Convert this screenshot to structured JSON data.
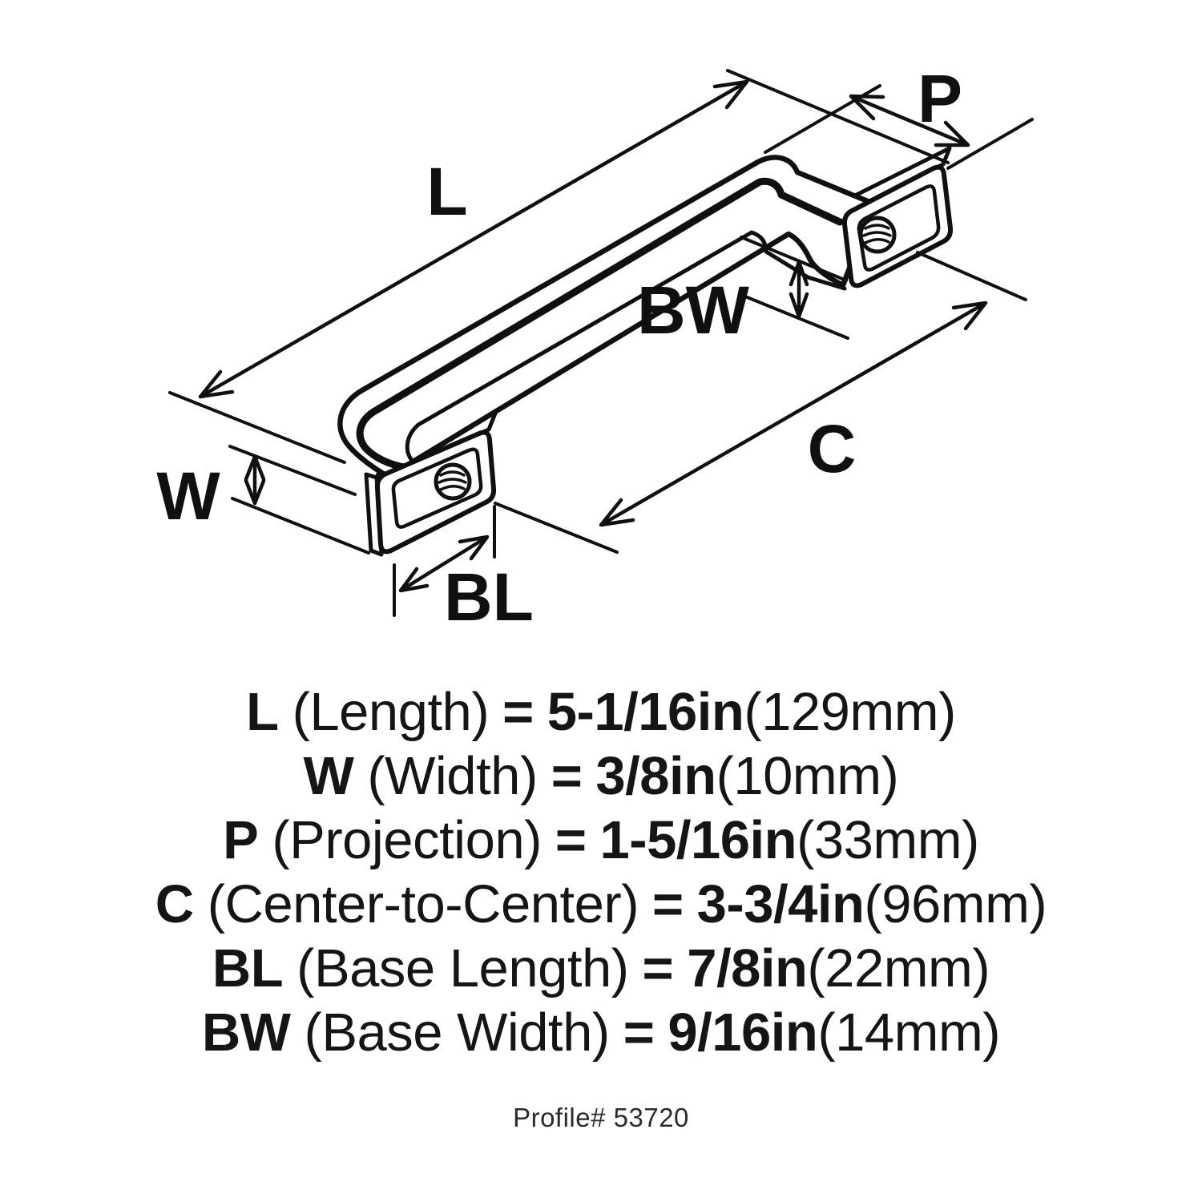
{
  "diagram": {
    "dim_labels": {
      "l": "L",
      "w": "W",
      "p": "P",
      "c": "C",
      "bl": "BL",
      "bw": "BW"
    }
  },
  "specs": [
    {
      "code": "L",
      "name": "(Length)",
      "value": "5-1/16in",
      "metric": "(129mm)"
    },
    {
      "code": "W",
      "name": "(Width)",
      "value": "3/8in",
      "metric": "(10mm)"
    },
    {
      "code": "P",
      "name": "(Projection)",
      "value": "1-5/16in",
      "metric": "(33mm)"
    },
    {
      "code": "C",
      "name": "(Center-to-Center)",
      "value": "3-3/4in",
      "metric": "(96mm)"
    },
    {
      "code": "BL",
      "name": "(Base Length)",
      "value": "7/8in",
      "metric": "(22mm)"
    },
    {
      "code": "BW",
      "name": "(Base Width)",
      "value": "9/16in",
      "metric": "(14mm)"
    }
  ],
  "ui": {
    "equals": "="
  },
  "footer": {
    "profile": "Profile# 53720"
  },
  "colors": {
    "ink": "#111111",
    "background": "#ffffff"
  }
}
